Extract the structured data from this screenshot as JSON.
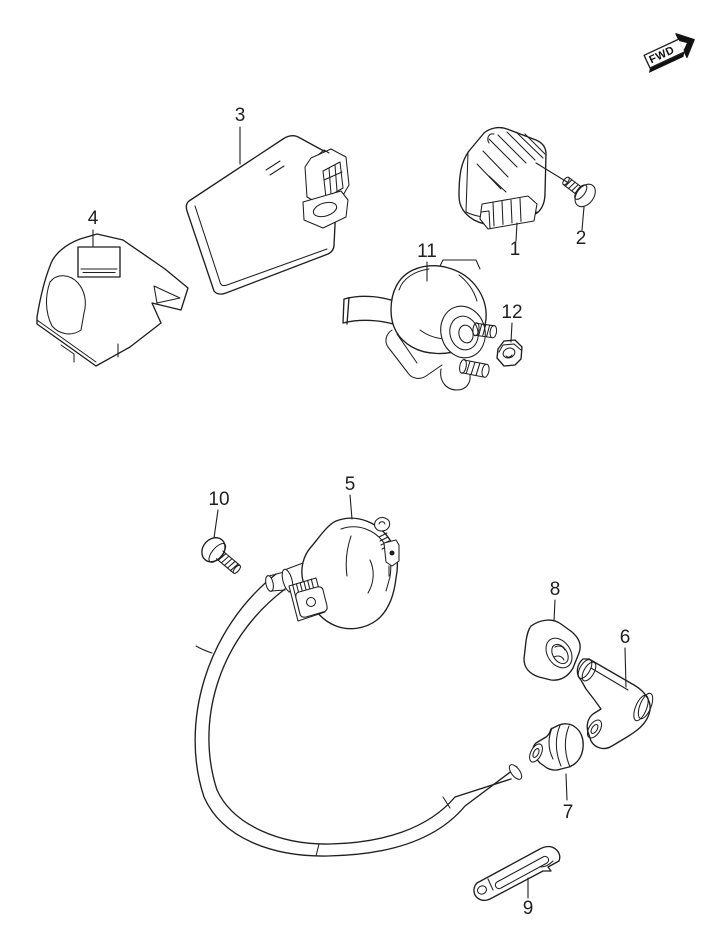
{
  "diagram": {
    "fwd_label": "FWD",
    "callouts": [
      {
        "number": "1"
      },
      {
        "number": "2"
      },
      {
        "number": "3"
      },
      {
        "number": "4"
      },
      {
        "number": "5"
      },
      {
        "number": "6"
      },
      {
        "number": "7"
      },
      {
        "number": "8"
      },
      {
        "number": "9"
      },
      {
        "number": "10"
      },
      {
        "number": "11"
      },
      {
        "number": "12"
      }
    ]
  }
}
